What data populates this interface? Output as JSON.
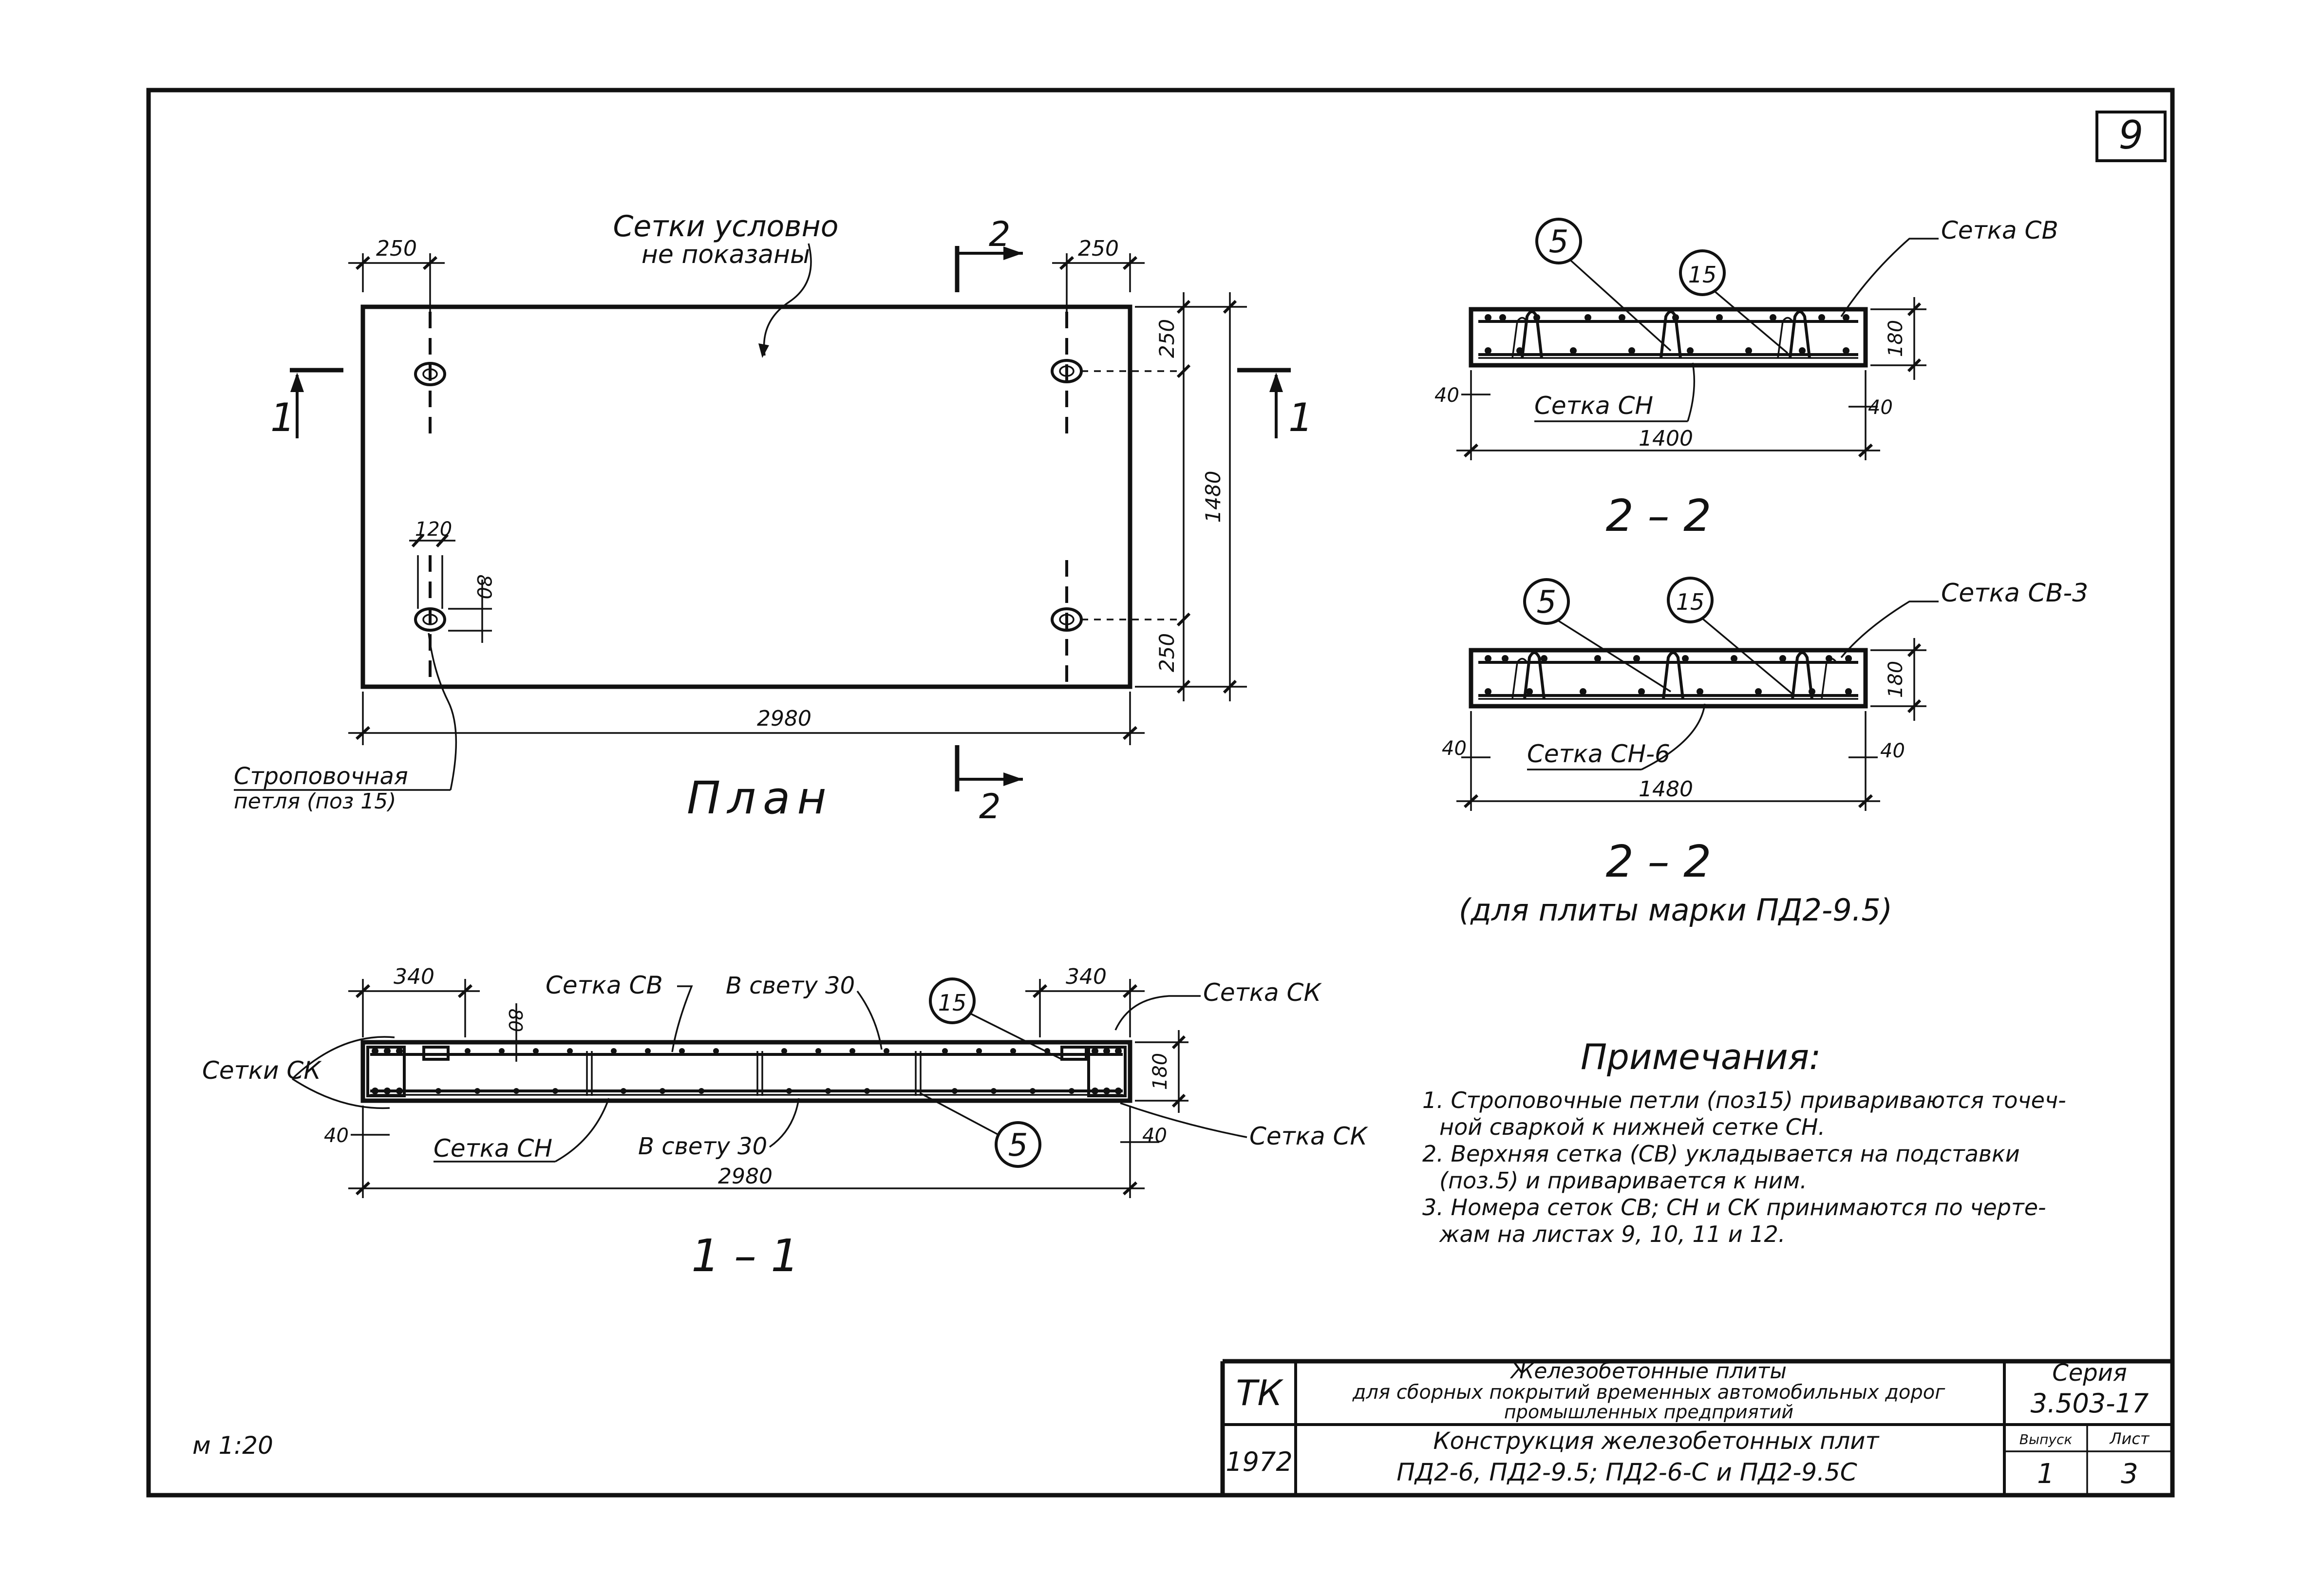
{
  "sheet": {
    "number": "9",
    "scale": "м 1:20"
  },
  "plan": {
    "title": "План",
    "note_line1": "Сетки условно",
    "note_line2": "не показаны",
    "loop_label_line1": "Строповочная",
    "loop_label_line2": "петля (поз 15)",
    "dims": {
      "left_top": "250",
      "right_top": "250",
      "width_total": "2980",
      "height_total": "1480",
      "right_upper": "250",
      "right_lower": "250",
      "loop_spacing": "120",
      "loop_height": "80"
    },
    "section_1": "1",
    "section_2": "2"
  },
  "section_2a": {
    "title": "2 – 2",
    "mesh_top": "Сетка СВ",
    "mesh_bottom": "Сетка СН",
    "marker_a": "5",
    "marker_b": "15",
    "dim_height": "180",
    "dim_width": "1400",
    "dim_left": "40",
    "dim_right": "40"
  },
  "section_2b": {
    "title": "2 – 2",
    "subtitle": "(для плиты марки ПД2-9.5)",
    "mesh_top": "Сетка СВ-3",
    "mesh_bottom": "Сетка СН-6",
    "marker_a": "5",
    "marker_b": "15",
    "dim_height": "180",
    "dim_width": "1480",
    "dim_left": "40",
    "dim_right": "40"
  },
  "section_1": {
    "title": "1 – 1",
    "mesh_top": "Сетка СВ",
    "mesh_bottom": "Сетка СН",
    "mesh_side_left": "Сетки СК",
    "mesh_side_right_top": "Сетка СК",
    "mesh_side_right_bottom": "Сетка СК",
    "clear_top": "В свету 30",
    "clear_bottom": "В свету 30",
    "marker_a": "15",
    "marker_b": "5",
    "dim_left_top": "340",
    "dim_right_top": "340",
    "dim_80": "80",
    "dim_height": "180",
    "dim_left": "40",
    "dim_right": "40",
    "dim_total": "2980"
  },
  "notes": {
    "title": "Примечания:",
    "items": [
      "1. Строповочные петли (поз15) приваривают­ся точеч-",
      "ной сваркой к нижней сетке СН.",
      "2. Верхняя сетка (СВ) укладывается на подставки",
      "(поз.5) и приваривается к ним.",
      "3. Номера сеток СВ; СН и СК принимаются по черте-",
      "жам на листах 9, 10, 11 и 12."
    ]
  },
  "title_block": {
    "org": "ТК",
    "year": "1972",
    "title_line1": "Железобетонные плиты",
    "title_line2": "для сборных покрытий временных автомобильных дорог",
    "title_line3": "промышленных предприятий",
    "series_label": "Серия",
    "series_value": "3.503-17",
    "subtitle_line1": "Конструкция железобетонных плит",
    "subtitle_line2": "ПД2-6, ПД2-9.5; ПД2-6-С и ПД2-9.5С",
    "issue_label": "Выпуск",
    "issue_value": "1",
    "sheet_label": "Лист",
    "sheet_value": "3"
  }
}
